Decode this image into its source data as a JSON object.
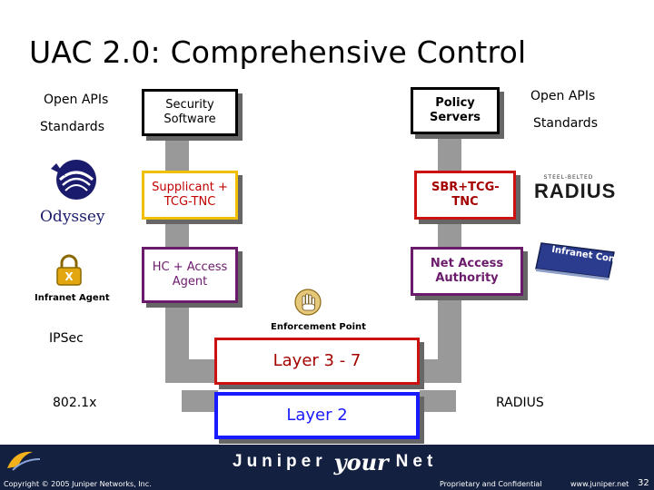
{
  "title": "UAC 2.0: Comprehensive Control",
  "left_labels": {
    "open_apis": "Open APIs",
    "standards": "Standards",
    "infranet_agent": "Infranet Agent",
    "ipsec": "IPSec",
    "dot1x": "802.1x"
  },
  "right_labels": {
    "open_apis": "Open APIs",
    "standards": "Standards",
    "radius": "RADIUS"
  },
  "boxes": {
    "security_software": "Security Software",
    "supplicant": "Supplicant + TCG-TNC",
    "hc_agent": "HC + Access Agent",
    "policy_servers": "Policy Servers",
    "sbr": "SBR+TCG-TNC",
    "naa": "Net Access Authority",
    "layer37": "Layer 3 - 7",
    "layer2": "Layer 2"
  },
  "enforcement_point": "Enforcement Point",
  "logos": {
    "odyssey": "Odyssey",
    "radius_logo": "RADIUS",
    "steel_belted": "STEEL-BELTED",
    "infranet_controller": "Infranet Controller"
  },
  "footer": {
    "copyright": "Copyright © 2005 Juniper Networks, Inc.",
    "brand_left": "Juniper",
    "brand_mid": "your",
    "brand_right": "Net",
    "proprietary": "Proprietary and Confidential",
    "url": "www.juniper.net",
    "page": "32"
  },
  "colors": {
    "accent_yellow": "#f0c000",
    "accent_purple": "#6b1b6b",
    "accent_red": "#cc1111",
    "accent_blue": "#1a1aff",
    "footer_navy": "#14203f"
  },
  "icons": [
    "odyssey-logo",
    "infranet-agent-lock-icon",
    "enforcement-point-hand-icon",
    "steel-belted-radius-logo",
    "infranet-controller-device-icon",
    "juniper-swirl-logo"
  ]
}
